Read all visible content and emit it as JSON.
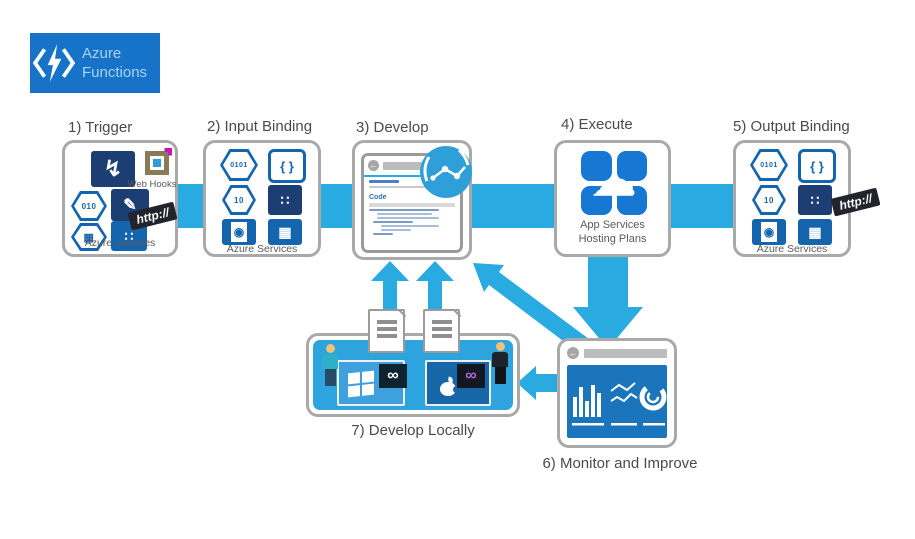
{
  "logo": {
    "line1": "Azure",
    "line2": "Functions"
  },
  "steps": {
    "trigger": {
      "label": "1) Trigger",
      "azure_services": "Azure Services",
      "webhooks_label": "Web Hooks",
      "http_badge": "http://"
    },
    "input_binding": {
      "label": "2) Input Binding",
      "azure_services": "Azure Services"
    },
    "develop": {
      "label": "3) Develop",
      "code_heading": "Code"
    },
    "execute": {
      "label": "4) Execute",
      "caption1": "App Services",
      "caption2": "Hosting Plans"
    },
    "output_binding": {
      "label": "5) Output Binding",
      "azure_services": "Azure Services",
      "http_badge": "http://"
    },
    "monitor": {
      "label": "6) Monitor and Improve"
    },
    "develop_locally": {
      "label": "7) Develop Locally"
    }
  },
  "icons": {
    "back_arrow": "←",
    "braces": "{ }",
    "grid": "▦",
    "dots": "∷",
    "zigzag": "↯",
    "pencil": "✎",
    "hex_010": "010",
    "hex_0101": "0101",
    "hex_10": "10",
    "cloud": "☁",
    "infinity": "∞",
    "circle": "◉"
  },
  "colors": {
    "accent": "#29ABE2",
    "logo_bg": "#1673C8",
    "navy": "#1D3E73",
    "icon_blue": "#1565AE",
    "monitor_window_blue": "#1B75BC",
    "panel_border": "#A9A9A9",
    "label_text": "#4A4A4A"
  }
}
